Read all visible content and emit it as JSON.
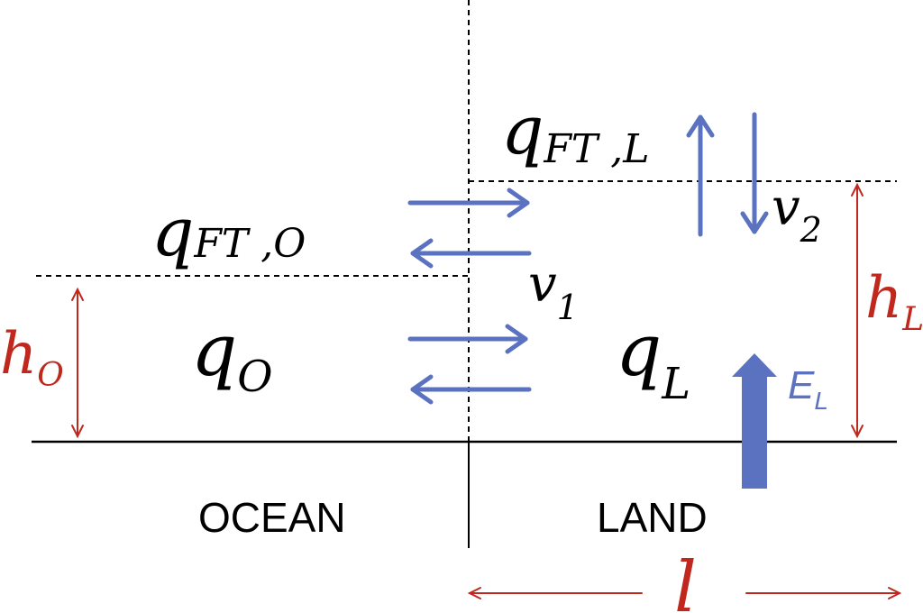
{
  "colors": {
    "line": "#000000",
    "arrow_blue": "#5A72C0",
    "dimension_red": "#C0281E"
  },
  "labels": {
    "q_ft_o": {
      "base": "q",
      "sub": "FT ,O"
    },
    "q_ft_l": {
      "base": "q",
      "sub": "FT ,L"
    },
    "q_o": {
      "base": "q",
      "sub": "O"
    },
    "q_l": {
      "base": "q",
      "sub": "L"
    },
    "v1": {
      "base": "v",
      "sub": "1"
    },
    "v2": {
      "base": "v",
      "sub": "2"
    },
    "h_o": {
      "base": "h",
      "sub": "O"
    },
    "h_l": {
      "base": "h",
      "sub": "L"
    },
    "e_l": {
      "base": "E",
      "sub": "L"
    },
    "l": "l",
    "ocean": "OCEAN",
    "land": "LAND"
  }
}
